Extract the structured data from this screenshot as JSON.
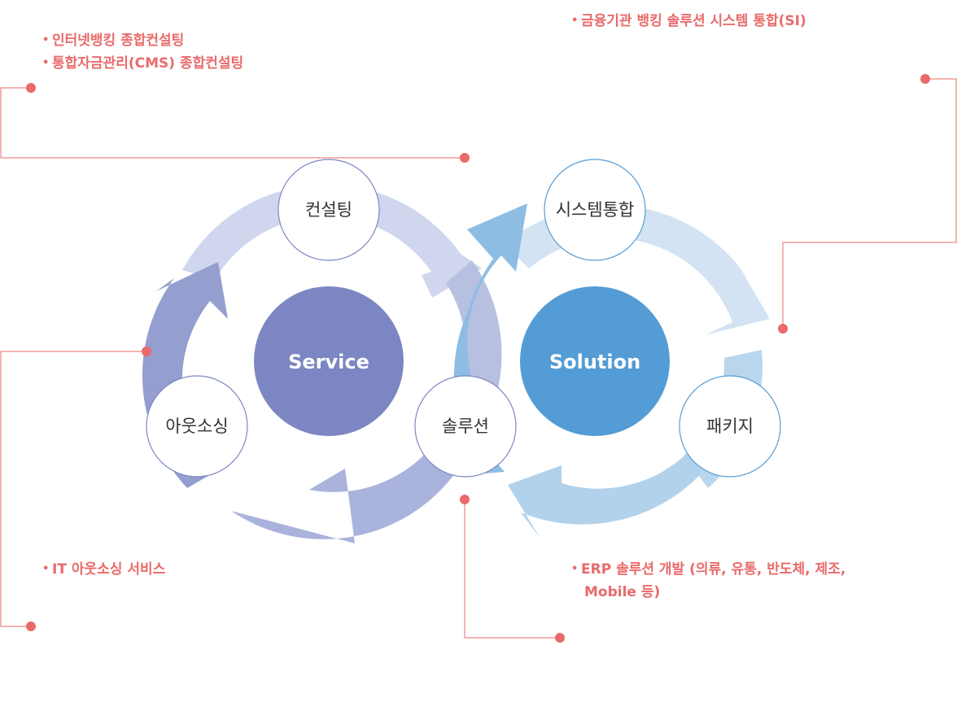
{
  "notes": {
    "consulting": [
      "인터넷뱅킹 종합컨설팅",
      "통합자금관리(CMS) 종합컨설팅"
    ],
    "si": "금융기관 뱅킹 솔루션 시스템 통합(SI)",
    "outsourcing": "IT 아웃소싱 서비스",
    "erp": [
      "ERP 솔루션 개발 (의류, 유통, 반도체, 제조,",
      "Mobile 등)"
    ]
  },
  "nodes": {
    "consulting": "컨설팅",
    "si": "시스템통합",
    "outsourcing": "아웃소싱",
    "solution": "솔루션",
    "package": "패키지"
  },
  "centers": {
    "service": "Service",
    "solution": "Solution"
  },
  "bullet": "•",
  "colors": {
    "accent": "#ea6a6a",
    "service_center": "#7b86c2",
    "solution_center": "#539cd5"
  }
}
